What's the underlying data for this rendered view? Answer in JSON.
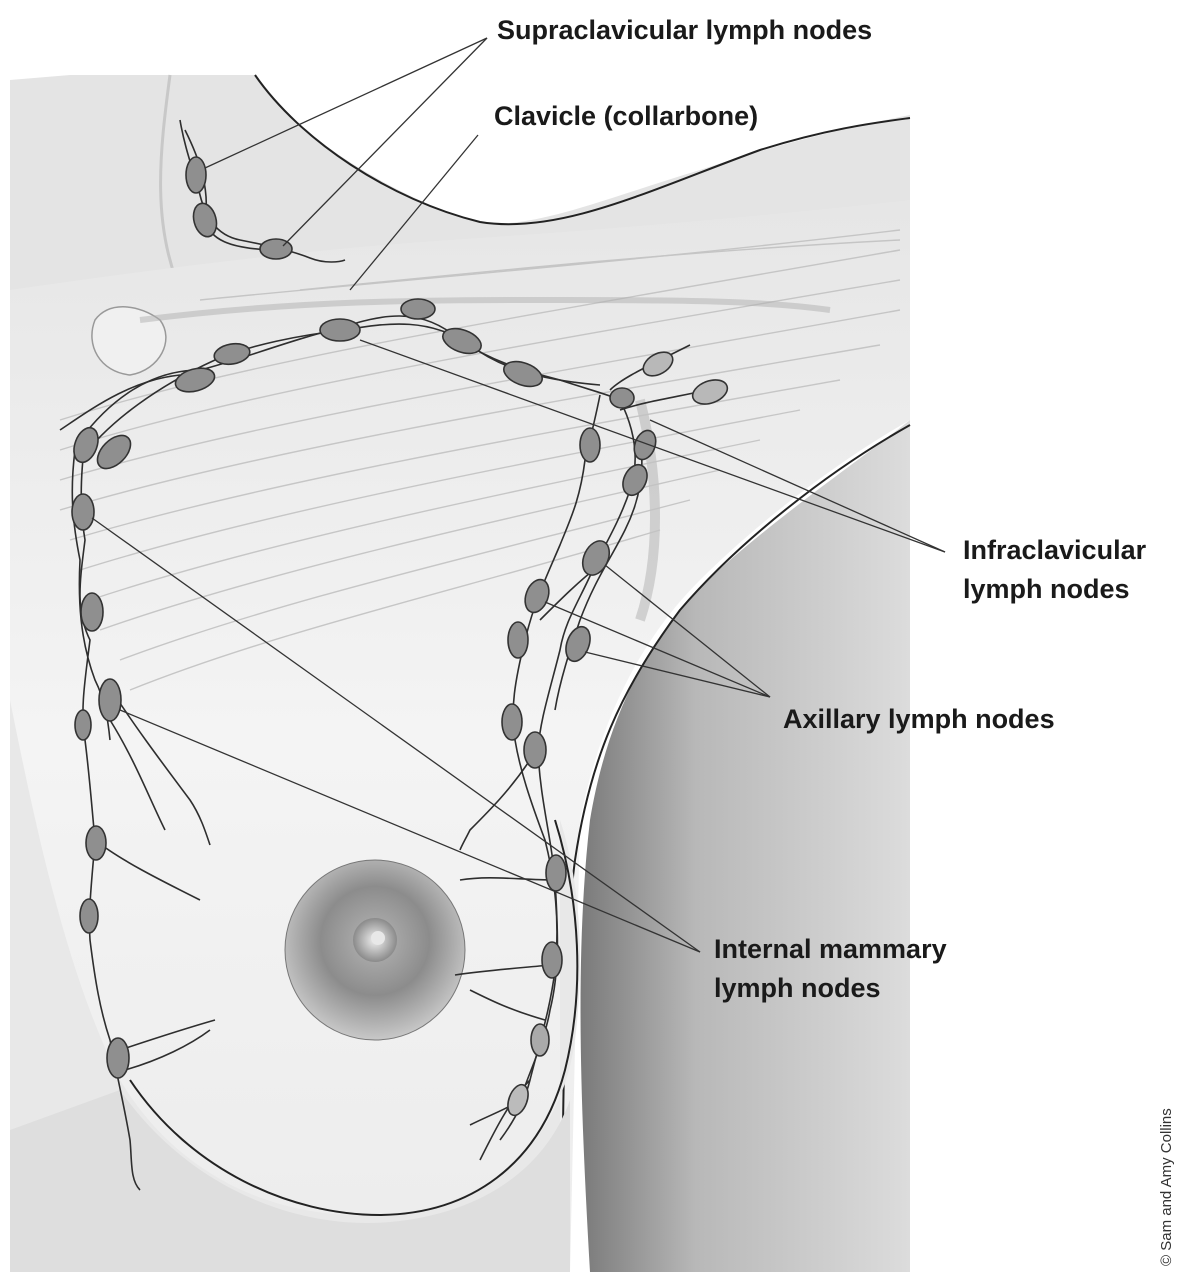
{
  "labels": {
    "supraclavicular": "Supraclavicular lymph nodes",
    "clavicle": "Clavicle (collarbone)",
    "infraclavicular_1": "Infraclavicular",
    "infraclavicular_2": "lymph nodes",
    "axillary": "Axillary lymph nodes",
    "internal_mammary_1": "Internal mammary",
    "internal_mammary_2": "lymph nodes"
  },
  "credit": "© Sam and Amy Collins",
  "colors": {
    "skin_light": "#f2f2f2",
    "skin_mid": "#d6d6d6",
    "skin_dark": "#9a9a9a",
    "node_fill": "#8f8f8f",
    "node_stroke": "#3a3a3a",
    "leader_line": "#333333"
  }
}
